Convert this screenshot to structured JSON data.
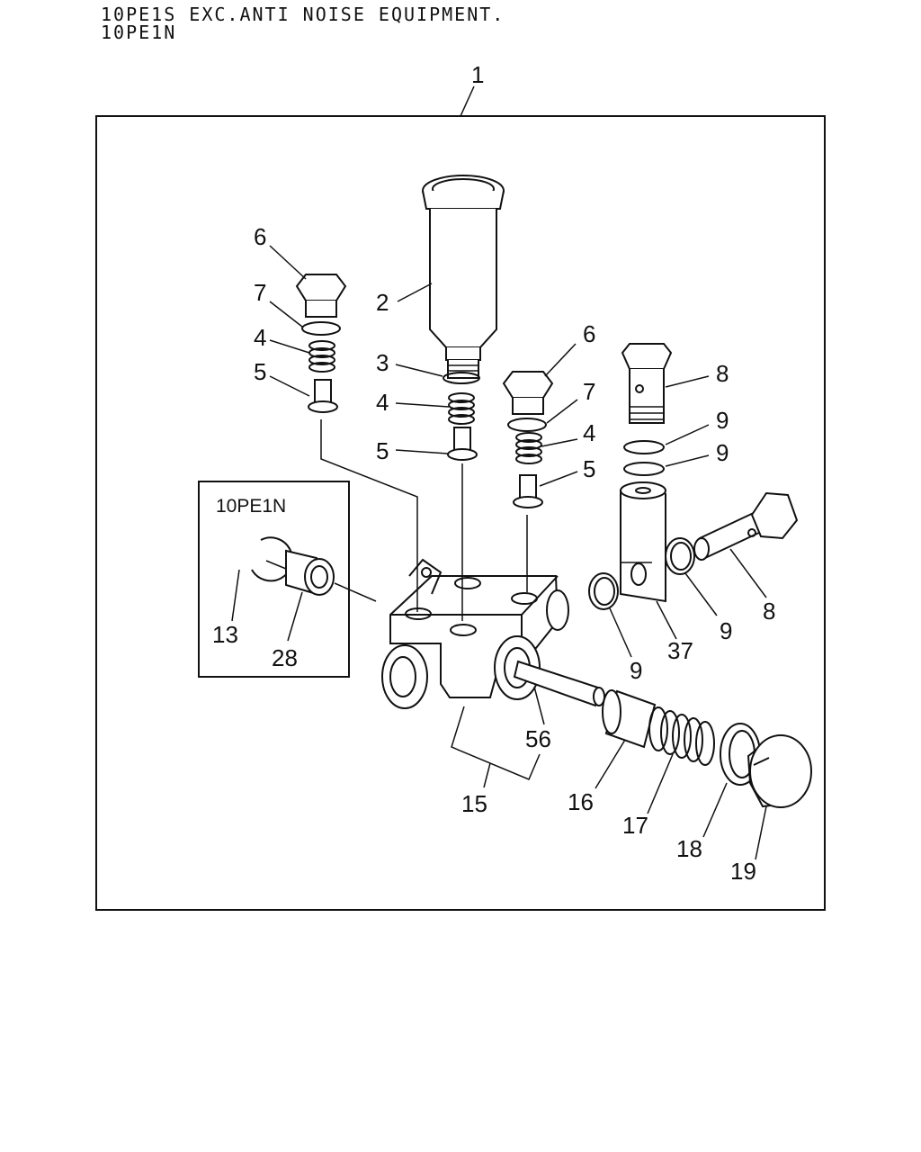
{
  "header": {
    "line1": "10PE1S EXC.ANTI NOISE EQUIPMENT.",
    "line2": "10PE1N"
  },
  "inset": {
    "title": "10PE1N"
  },
  "callouts": {
    "c1": "1",
    "c2": "2",
    "c3": "3",
    "c4a": "4",
    "c4b": "4",
    "c4c": "4",
    "c5a": "5",
    "c5b": "5",
    "c5c": "5",
    "c6a": "6",
    "c6b": "6",
    "c7a": "7",
    "c7b": "7",
    "c8a": "8",
    "c8b": "8",
    "c9a": "9",
    "c9b": "9",
    "c9c": "9",
    "c9d": "9",
    "c13": "13",
    "c28": "28",
    "c37": "37",
    "c15": "15",
    "c16": "16",
    "c17": "17",
    "c18": "18",
    "c19": "19",
    "c56": "56"
  },
  "colors": {
    "line": "#111111",
    "background": "#ffffff"
  }
}
